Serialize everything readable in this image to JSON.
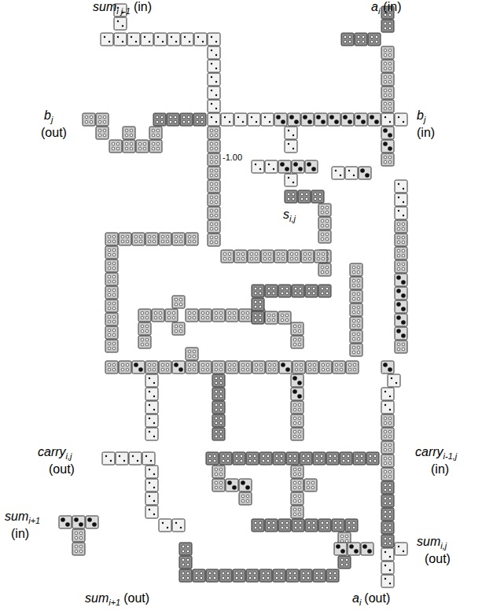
{
  "diagram": {
    "labels": [
      "sum",
      "i j-1",
      "(in)",
      "a",
      "i",
      "(in)",
      "b",
      "j",
      "(out)",
      "b",
      "j",
      "(in)",
      "-1.00",
      "s",
      "i,j",
      "carry",
      "i,j",
      "(out)",
      "carry",
      "i-1,j",
      "(in)",
      "sum",
      "i+1",
      "(in)",
      "sum",
      "i,j",
      "(out)",
      "sum",
      "i+1",
      "(out)",
      "a",
      "i",
      "(out)"
    ]
  }
}
